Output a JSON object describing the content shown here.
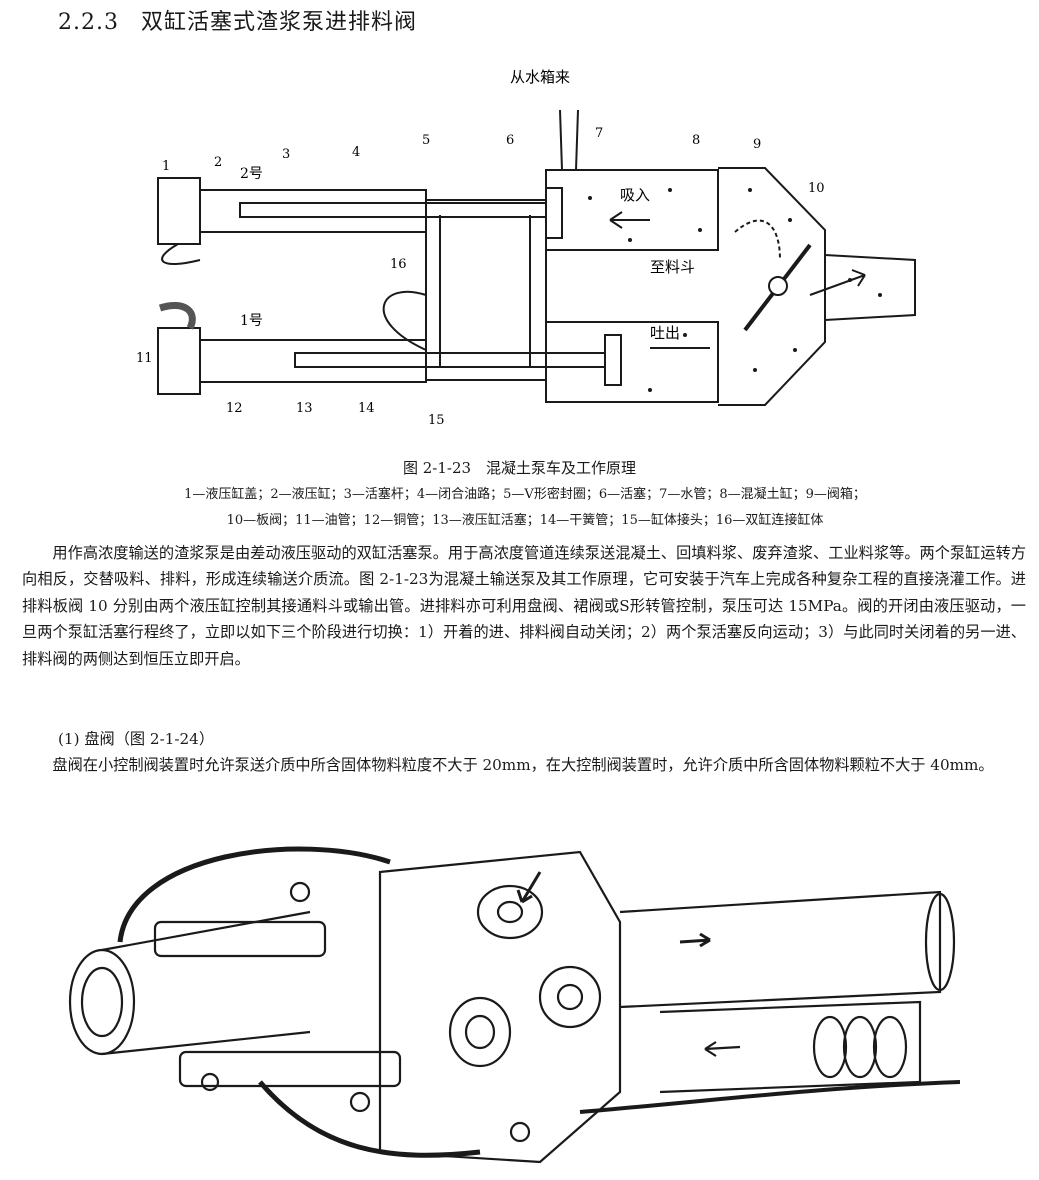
{
  "section": {
    "number": "2.2.3",
    "title": "双缸活塞式渣浆泵进排料阀"
  },
  "figure1": {
    "source_label": "从水箱来",
    "inner_labels": {
      "suction": "吸入",
      "to_hopper": "至料斗",
      "discharge": "吐出"
    },
    "cylinder_labels": {
      "no2": "2号",
      "no1": "1号"
    },
    "callouts": [
      "1",
      "2",
      "3",
      "4",
      "5",
      "6",
      "7",
      "8",
      "9",
      "10",
      "11",
      "12",
      "13",
      "14",
      "15",
      "16"
    ],
    "caption": "图 2-1-23　混凝土泵车及工作原理",
    "legend_line1": "1—液压缸盖；2—液压缸；3—活塞杆；4—闭合油路；5—V形密封圈；6—活塞；7—水管；8—混凝土缸；9—阀箱；",
    "legend_line2": "10—板阀；11—油管；12—铜管；13—液压缸活塞；14—干簧管；15—缸体接头；16—双缸连接缸体"
  },
  "body": {
    "paragraph1": "用作高浓度输送的渣浆泵是由差动液压驱动的双缸活塞泵。用于高浓度管道连续泵送混凝土、回填料浆、废弃渣浆、工业料浆等。两个泵缸运转方向相反，交替吸料、排料，形成连续输送介质流。图 2-1-23为混凝土输送泵及其工作原理，它可安装于汽车上完成各种复杂工程的直接浇灌工作。进排料板阀 10 分别由两个液压缸控制其接通料斗或输出管。进排料亦可利用盘阀、裙阀或S形转管控制，泵压可达 15MPa。阀的开闭由液压驱动，一旦两个泵缸活塞行程终了，立即以如下三个阶段进行切换：1）开着的进、排料阀自动关闭；2）两个泵活塞反向运动；3）与此同时关闭着的另一进、排料阀的两侧达到恒压立即开启。",
    "subheading": "(1) 盘阀（图 2-1-24）",
    "paragraph2": "盘阀在小控制阀装置时允许泵送介质中所含固体物料粒度不大于 20mm，在大控制阀装置时，允许介质中所含固体物料颗粒不大于 40mm。"
  }
}
